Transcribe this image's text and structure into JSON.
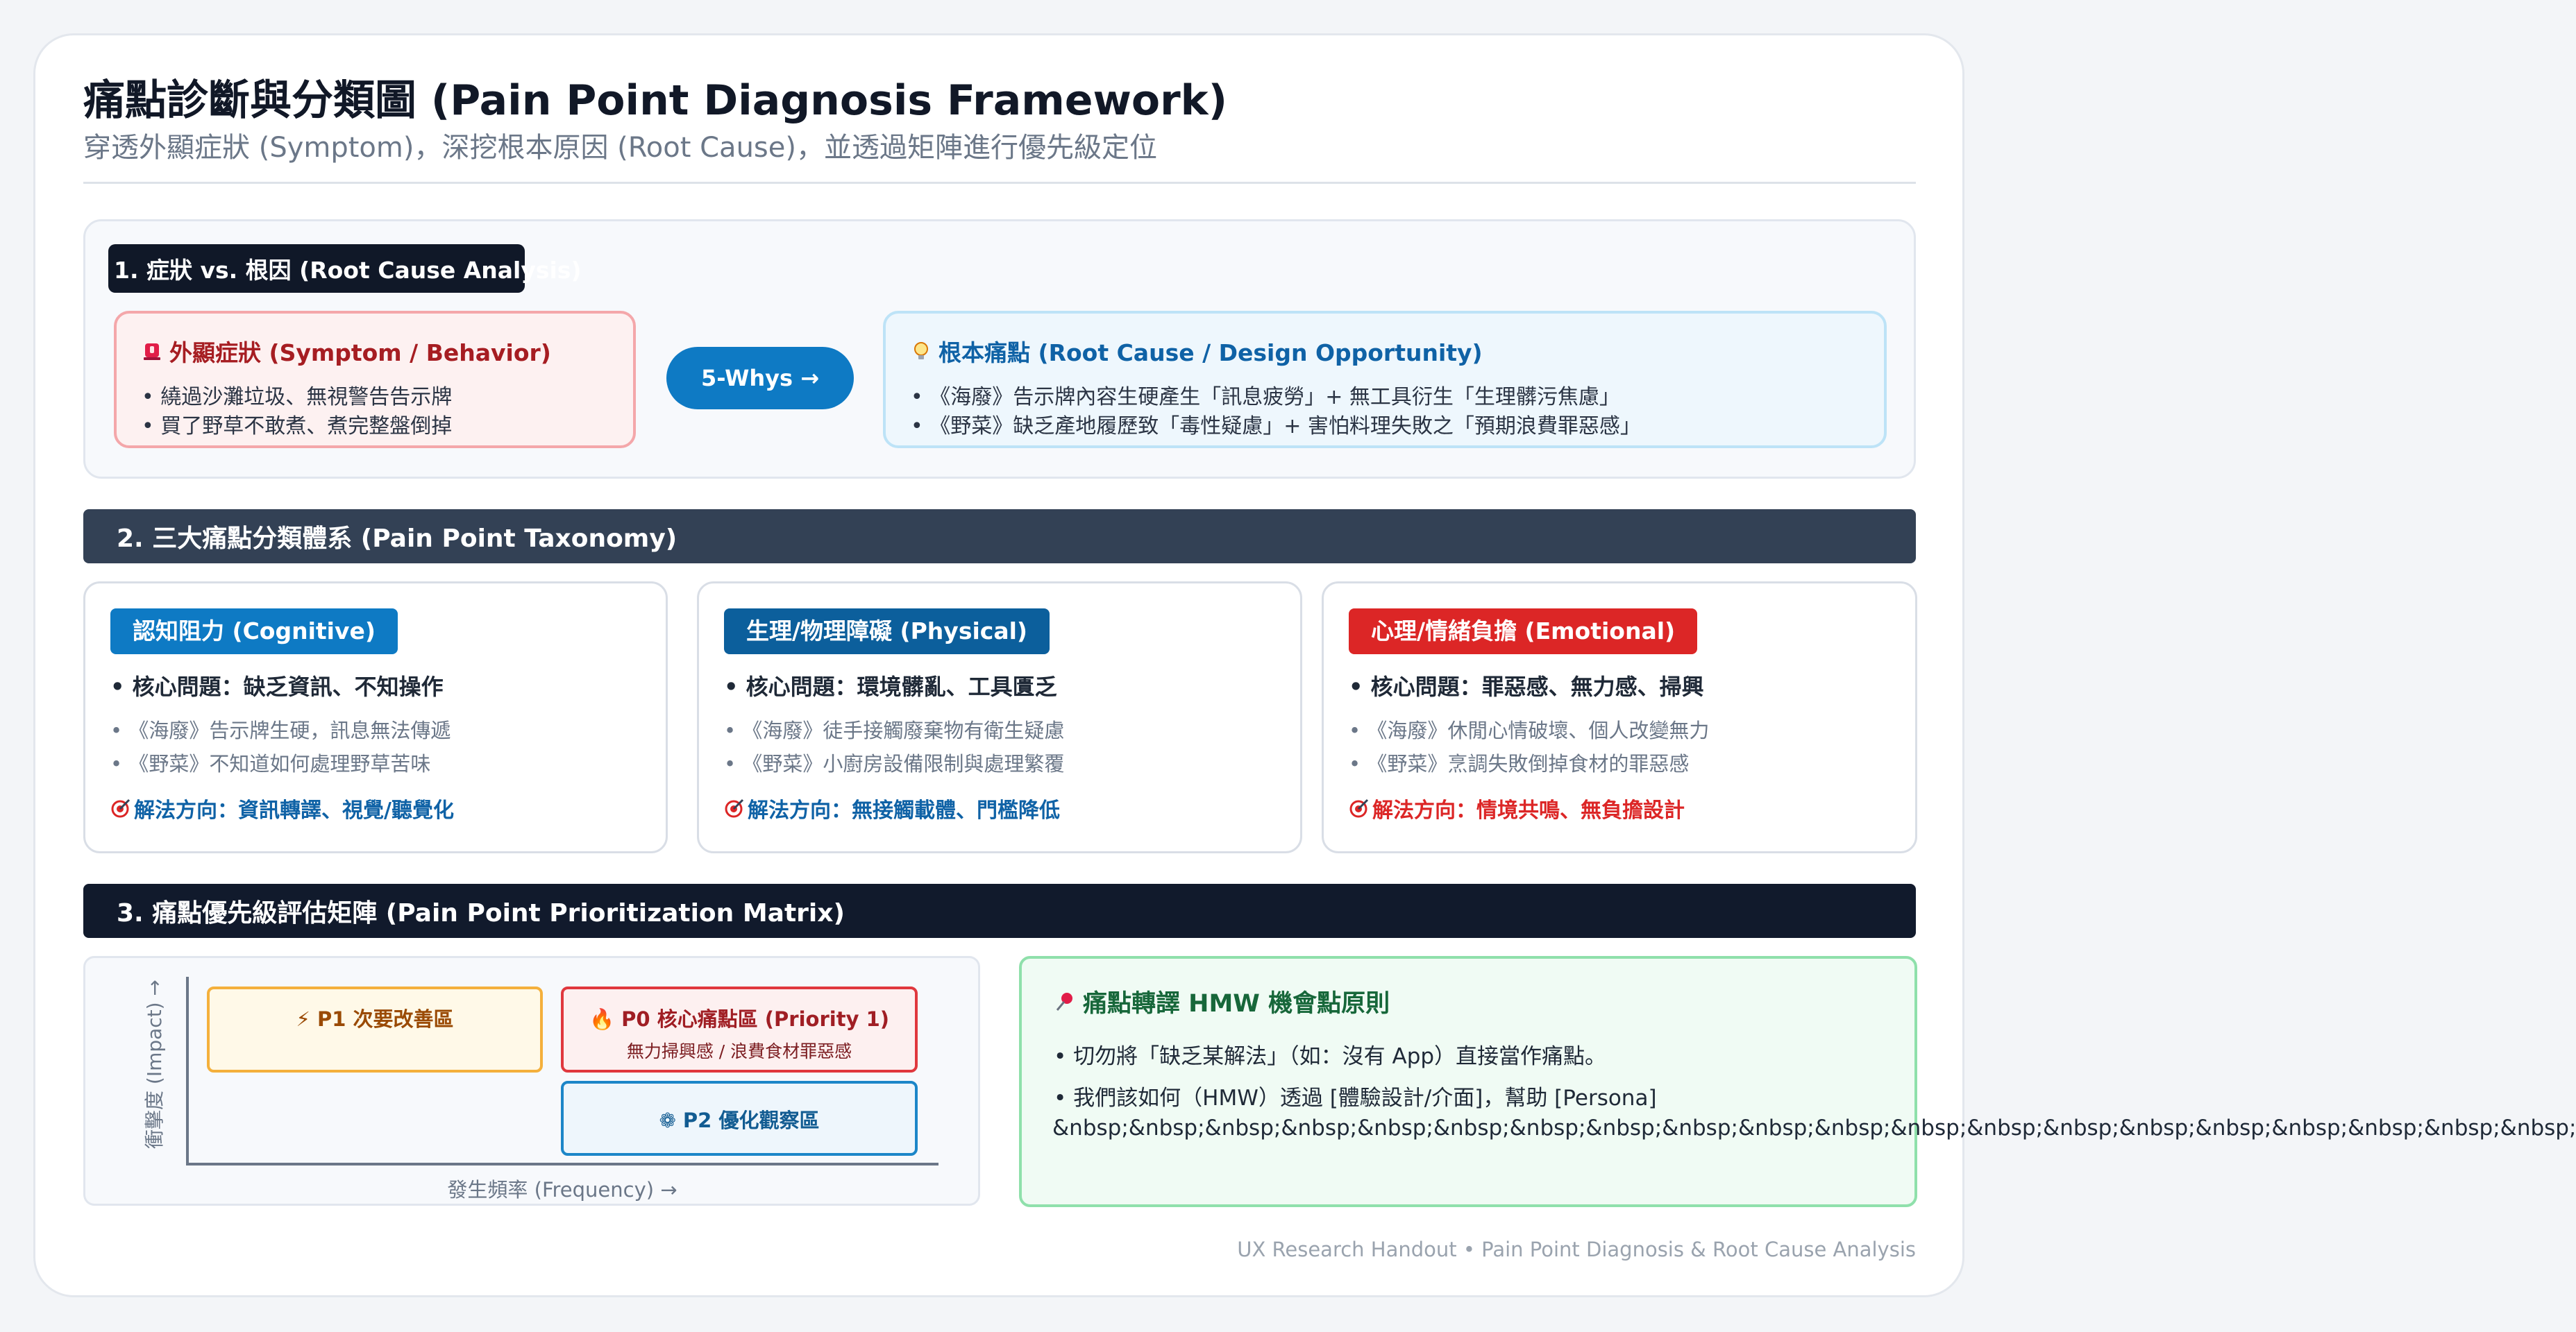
{
  "header": {
    "title": "痛點診斷與分類圖 (Pain Point Diagnosis Framework)",
    "subtitle": "穿透外顯症狀 (Symptom)，深挖根本原因 (Root Cause)，並透過矩陣進行優先級定位"
  },
  "section1": {
    "heading": "1. 症狀 vs. 根因 (Root Cause Analysis)",
    "symptom": {
      "icon": "siren-icon",
      "title": "外顯症狀 (Symptom / Behavior)",
      "items": [
        "• 繞過沙灘垃圾、無視警告告示牌",
        "• 買了野草不敢煮、煮完整盤倒掉"
      ]
    },
    "arrow_label": "5-Whys →",
    "root_cause": {
      "icon": "lightbulb-icon",
      "title": "根本痛點 (Root Cause / Design Opportunity)",
      "items": [
        "• 《海廢》告示牌內容生硬產生「訊息疲勞」+ 無工具衍生「生理髒污焦慮」",
        "• 《野菜》缺乏產地履歷致「毒性疑慮」+ 害怕料理失敗之「預期浪費罪惡感」"
      ]
    }
  },
  "section2": {
    "heading": "2. 三大痛點分類體系 (Pain Point Taxonomy)",
    "cards": [
      {
        "chip": "認知阻力 (Cognitive)",
        "chip_color": "#0e7ac4",
        "core": "• 核心問題：缺乏資訊、不知操作",
        "items": [
          "• 《海廢》告示牌生硬，訊息無法傳遞",
          "• 《野菜》不知道如何處理野草苦味"
        ],
        "solution": "解法方向：資訊轉譯、視覺/聽覺化",
        "solution_color": "#0f62a6"
      },
      {
        "chip": "生理/物理障礙 (Physical)",
        "chip_color": "#0c5f9c",
        "core": "• 核心問題：環境髒亂、工具匱乏",
        "items": [
          "• 《海廢》徒手接觸廢棄物有衛生疑慮",
          "• 《野菜》小廚房設備限制與處理繁覆"
        ],
        "solution": "解法方向：無接觸載體、門檻降低",
        "solution_color": "#0f62a6"
      },
      {
        "chip": "心理/情緒負擔 (Emotional)",
        "chip_color": "#dc2626",
        "core": "• 核心問題：罪惡感、無力感、掃興",
        "items": [
          "• 《海廢》休閒心情破壞、個人改變無力",
          "• 《野菜》烹調失敗倒掉食材的罪惡感"
        ],
        "solution": "解法方向：情境共鳴、無負擔設計",
        "solution_color": "#dc2626"
      }
    ]
  },
  "section3": {
    "heading": "3. 痛點優先級評估矩陣 (Pain Point Prioritization Matrix)",
    "matrix": {
      "y_axis": "衝擊度 (Impact) →",
      "x_axis": "發生頻率 (Frequency) →",
      "p1": "⚡ P1 次要改善區",
      "p0_title": "🔥 P0 核心痛點區 (Priority 1)",
      "p0_sub": "無力掃興感 / 浪費食材罪惡感",
      "p2": "❁ P2 優化觀察區"
    },
    "hmw": {
      "icon": "pushpin-icon",
      "title": "痛點轉譯 HMW 機會點原則",
      "items": [
        "• 切勿將「缺乏某解法」（如：沒有 App）直接當作痛點。",
        "• 我們該如何（HMW）透過 [體驗設計/介面]，幫助 [Persona]"
      ],
      "overflow_text": "&nbsp;&nbsp;&nbsp;&nbsp;&nbsp;&nbsp;&nbsp;&nbsp;&nbsp;&nbsp;&nbsp;&nbsp;&nbsp;&nbsp;&nbsp;&nbsp;&nbsp;&nbsp;&nbsp;&nbsp;"
    }
  },
  "footer": "UX Research Handout • Pain Point Diagnosis & Root Cause Analysis"
}
